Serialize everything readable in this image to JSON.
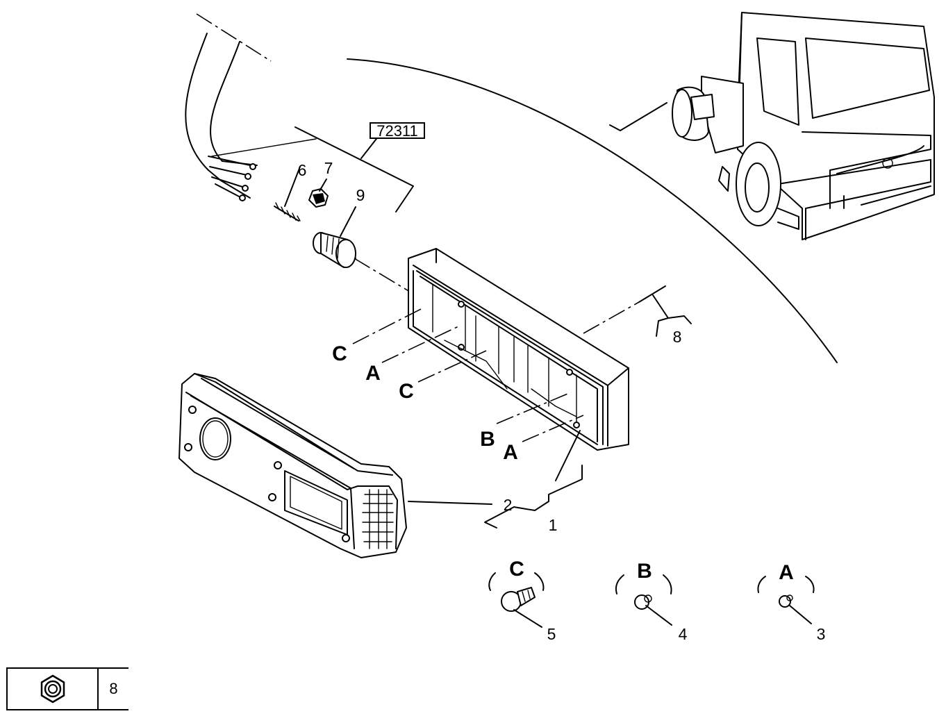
{
  "reference_box": "72311",
  "part_numbers": {
    "p1": "1",
    "p2": "2",
    "p3": "3",
    "p4": "4",
    "p5": "5",
    "p6": "6",
    "p7": "7",
    "p8": "8",
    "p9": "9"
  },
  "bulb_letters": {
    "c": "C",
    "b": "B",
    "a": "A"
  },
  "housing_letters": {
    "c_upper": "C",
    "a_upper": "A",
    "c_middle": "C",
    "b_lower": "B",
    "a_lower": "A"
  },
  "legend": {
    "icon": "hex-nut-icon",
    "quantity": "8"
  }
}
